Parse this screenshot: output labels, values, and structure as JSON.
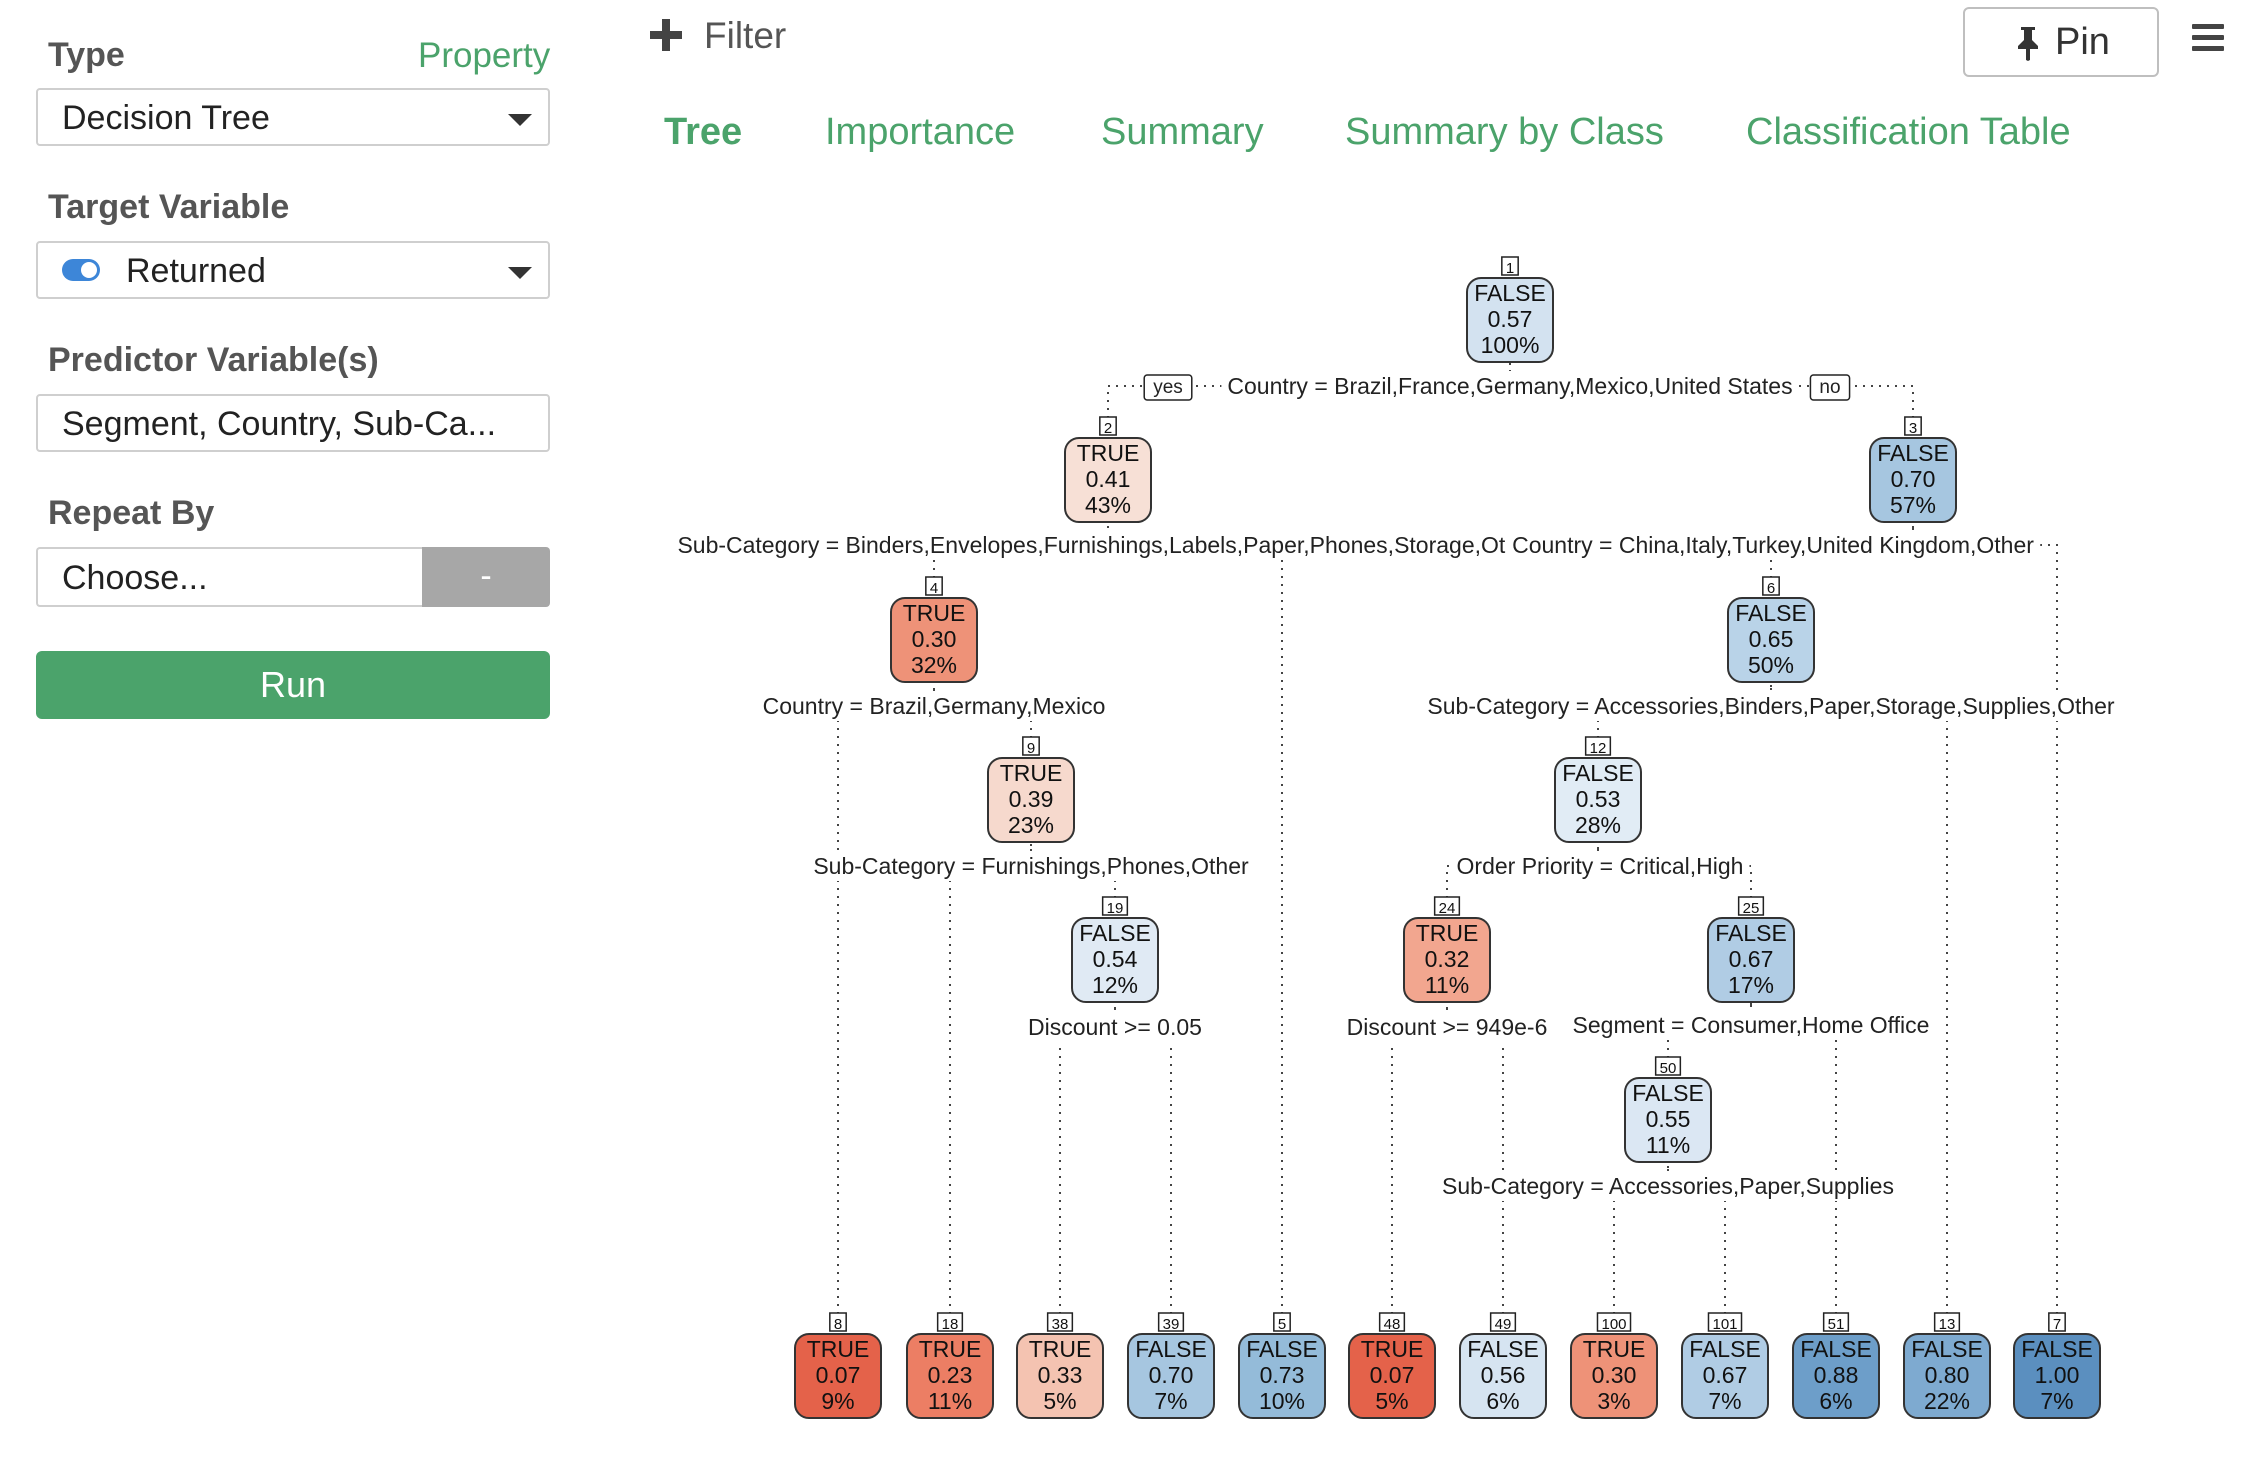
{
  "sidebar": {
    "type_label": "Type",
    "property_link": "Property",
    "type_value": "Decision Tree",
    "target_label": "Target Variable",
    "target_value": "Returned",
    "predictor_label": "Predictor Variable(s)",
    "predictor_value": "Segment, Country, Sub-Ca...",
    "repeat_label": "Repeat By",
    "repeat_placeholder": "Choose...",
    "repeat_button": "-",
    "run_label": "Run"
  },
  "toolbar": {
    "filter_label": "Filter",
    "pin_label": "Pin"
  },
  "tabs": [
    "Tree",
    "Importance",
    "Summary",
    "Summary by Class",
    "Classification Table"
  ],
  "active_tab": "Tree",
  "colors": {
    "accent": "#4ba36b",
    "true_strong": "#e8674e",
    "true_mid": "#ee8f75",
    "true_light": "#f6d8cc",
    "false_light": "#d8e6f3",
    "false_mid": "#a9c9e3",
    "false_strong": "#6f9fca"
  },
  "tree": {
    "nodes": [
      {
        "id": "1",
        "cls": "FALSE",
        "prob": "0.57",
        "pct": "100%",
        "color": "#d3e2f0"
      },
      {
        "id": "2",
        "cls": "TRUE",
        "prob": "0.41",
        "pct": "43%",
        "color": "#f7e0d6"
      },
      {
        "id": "3",
        "cls": "FALSE",
        "prob": "0.70",
        "pct": "57%",
        "color": "#a6c6e0"
      },
      {
        "id": "4",
        "cls": "TRUE",
        "prob": "0.30",
        "pct": "32%",
        "color": "#ee9278"
      },
      {
        "id": "6",
        "cls": "FALSE",
        "prob": "0.65",
        "pct": "50%",
        "color": "#b9d3e8"
      },
      {
        "id": "9",
        "cls": "TRUE",
        "prob": "0.39",
        "pct": "23%",
        "color": "#f6d9cd"
      },
      {
        "id": "12",
        "cls": "FALSE",
        "prob": "0.53",
        "pct": "28%",
        "color": "#e1ecf5"
      },
      {
        "id": "19",
        "cls": "FALSE",
        "prob": "0.54",
        "pct": "12%",
        "color": "#e0eaf4"
      },
      {
        "id": "24",
        "cls": "TRUE",
        "prob": "0.32",
        "pct": "11%",
        "color": "#f2a68f"
      },
      {
        "id": "25",
        "cls": "FALSE",
        "prob": "0.67",
        "pct": "17%",
        "color": "#b0cce4"
      },
      {
        "id": "50",
        "cls": "FALSE",
        "prob": "0.55",
        "pct": "11%",
        "color": "#dbe7f3"
      },
      {
        "id": "8",
        "cls": "TRUE",
        "prob": "0.07",
        "pct": "9%",
        "color": "#e4624a"
      },
      {
        "id": "18",
        "cls": "TRUE",
        "prob": "0.23",
        "pct": "11%",
        "color": "#ec7e64"
      },
      {
        "id": "38",
        "cls": "TRUE",
        "prob": "0.33",
        "pct": "5%",
        "color": "#f4c3b1"
      },
      {
        "id": "39",
        "cls": "FALSE",
        "prob": "0.70",
        "pct": "7%",
        "color": "#a6c6e0"
      },
      {
        "id": "5",
        "cls": "FALSE",
        "prob": "0.73",
        "pct": "10%",
        "color": "#94bbd9"
      },
      {
        "id": "48",
        "cls": "TRUE",
        "prob": "0.07",
        "pct": "5%",
        "color": "#e4624a"
      },
      {
        "id": "49",
        "cls": "FALSE",
        "prob": "0.56",
        "pct": "6%",
        "color": "#d6e4f1"
      },
      {
        "id": "100",
        "cls": "TRUE",
        "prob": "0.30",
        "pct": "3%",
        "color": "#ee9278"
      },
      {
        "id": "101",
        "cls": "FALSE",
        "prob": "0.67",
        "pct": "7%",
        "color": "#b0cce4"
      },
      {
        "id": "51",
        "cls": "FALSE",
        "prob": "0.88",
        "pct": "6%",
        "color": "#6d9ec9"
      },
      {
        "id": "13",
        "cls": "FALSE",
        "prob": "0.80",
        "pct": "22%",
        "color": "#7eaad0"
      },
      {
        "id": "7",
        "cls": "FALSE",
        "prob": "1.00",
        "pct": "7%",
        "color": "#5b8fbf"
      }
    ],
    "splits": [
      {
        "parent": "1",
        "text": "Country = Brazil,France,Germany,Mexico,United States",
        "yes": "yes",
        "no": "no"
      },
      {
        "parent": "2",
        "text": "Sub-Category = Binders,Envelopes,Furnishings,Labels,Paper,Phones,Storage,Other"
      },
      {
        "parent": "3",
        "text": "Country = China,Italy,Turkey,United Kingdom,Other"
      },
      {
        "parent": "4",
        "text": "Country = Brazil,Germany,Mexico"
      },
      {
        "parent": "6",
        "text": "Sub-Category = Accessories,Binders,Paper,Storage,Supplies,Other"
      },
      {
        "parent": "9",
        "text": "Sub-Category = Furnishings,Phones,Other"
      },
      {
        "parent": "12",
        "text": "Order Priority = Critical,High"
      },
      {
        "parent": "19",
        "text": "Discount >= 0.05"
      },
      {
        "parent": "24",
        "text": "Discount >= 949e-6"
      },
      {
        "parent": "25",
        "text": "Segment = Consumer,Home Office"
      },
      {
        "parent": "50",
        "text": "Sub-Category = Accessories,Paper,Supplies"
      }
    ],
    "edges": [
      [
        "1",
        "2"
      ],
      [
        "1",
        "3"
      ],
      [
        "2",
        "4"
      ],
      [
        "2",
        "5"
      ],
      [
        "3",
        "6"
      ],
      [
        "3",
        "7"
      ],
      [
        "4",
        "8"
      ],
      [
        "4",
        "9"
      ],
      [
        "6",
        "12"
      ],
      [
        "6",
        "13"
      ],
      [
        "9",
        "18"
      ],
      [
        "9",
        "19"
      ],
      [
        "12",
        "24"
      ],
      [
        "12",
        "25"
      ],
      [
        "19",
        "38"
      ],
      [
        "19",
        "39"
      ],
      [
        "24",
        "48"
      ],
      [
        "24",
        "49"
      ],
      [
        "25",
        "50"
      ],
      [
        "25",
        "51"
      ],
      [
        "50",
        "100"
      ],
      [
        "50",
        "101"
      ]
    ]
  }
}
